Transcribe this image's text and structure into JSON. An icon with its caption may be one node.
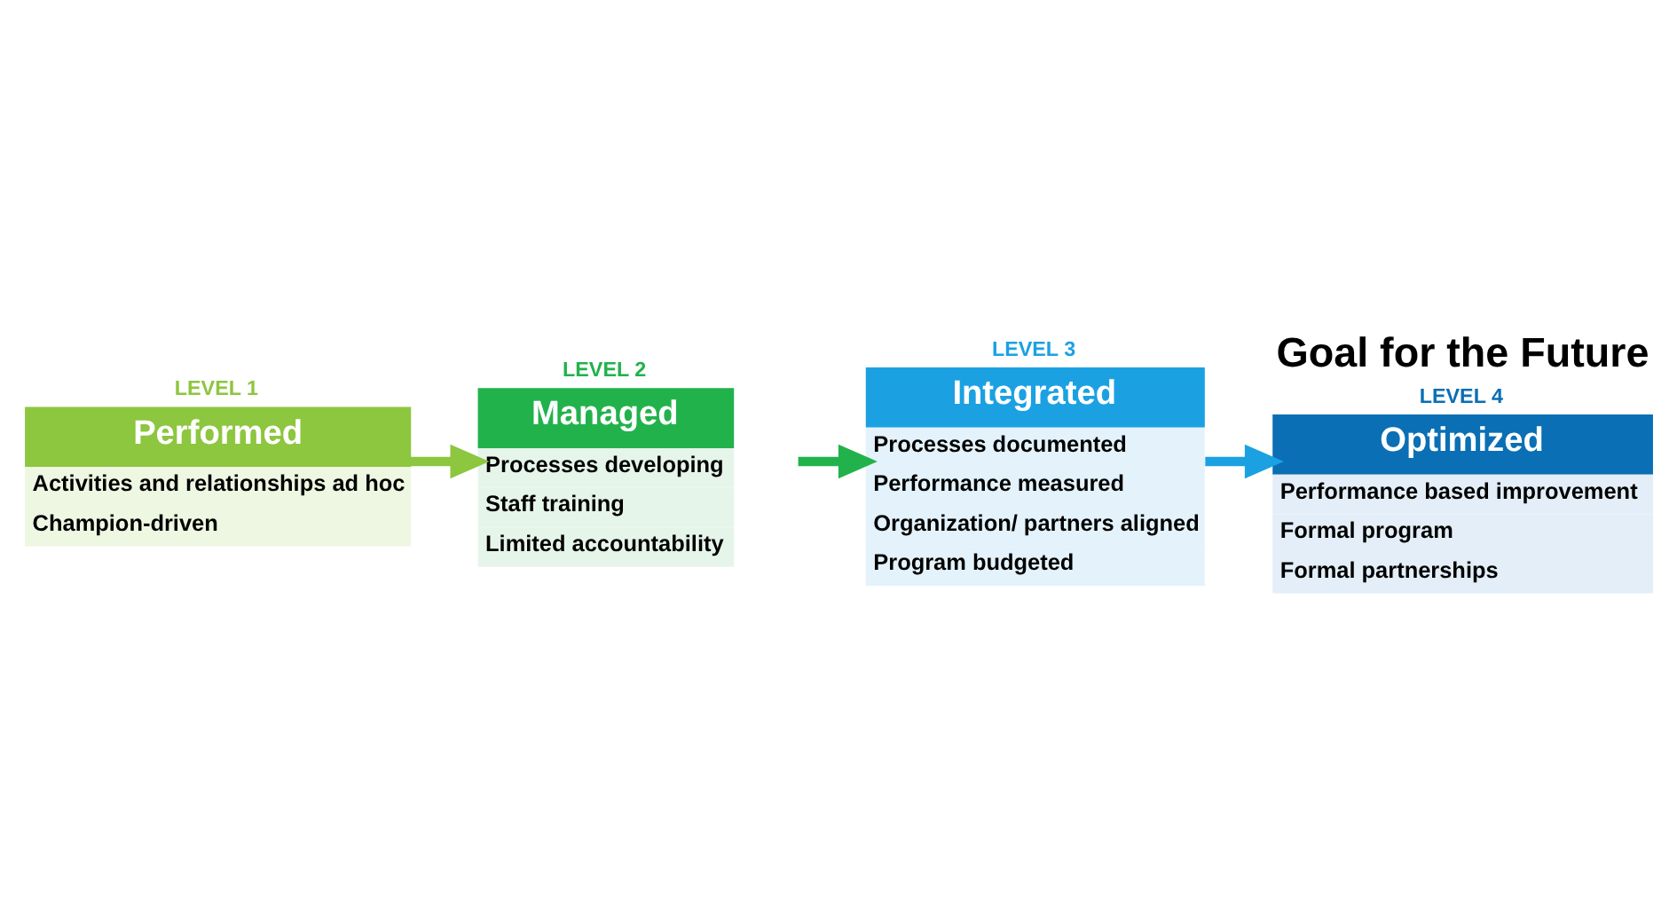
{
  "diagram": {
    "nodes": [
      {
        "text": [
          "LEVEL 1",
          "Performed",
          "Activities and relationships ad hoc",
          "Champion-driven"
        ]
      },
      {
        "text": [
          "LEVEL 2",
          "Managed",
          "Processes developing",
          "Staff training",
          "Limited accountability"
        ]
      },
      {
        "text": [
          "LEVEL 3",
          "Integrated",
          "Processes documented",
          "Performance measured",
          "Organization/ partners aligned",
          "Program budgeted"
        ]
      },
      {
        "text": [
          "LEVEL 4",
          "Optimized",
          "Performance based improvement",
          "Formal program",
          "Formal partnerships"
        ],
        "beside": [
          "Goal for the Future"
        ]
      }
    ],
    "edges": [
      {
        "from": 0,
        "to": 1,
        "arrow": "to",
        "color": "#8dc63f"
      },
      {
        "from": 1,
        "to": 2,
        "arrow": "to",
        "color": "#22b24c"
      },
      {
        "from": 2,
        "to": 3,
        "arrow": "to",
        "color": "#1ba1e2"
      }
    ]
  }
}
